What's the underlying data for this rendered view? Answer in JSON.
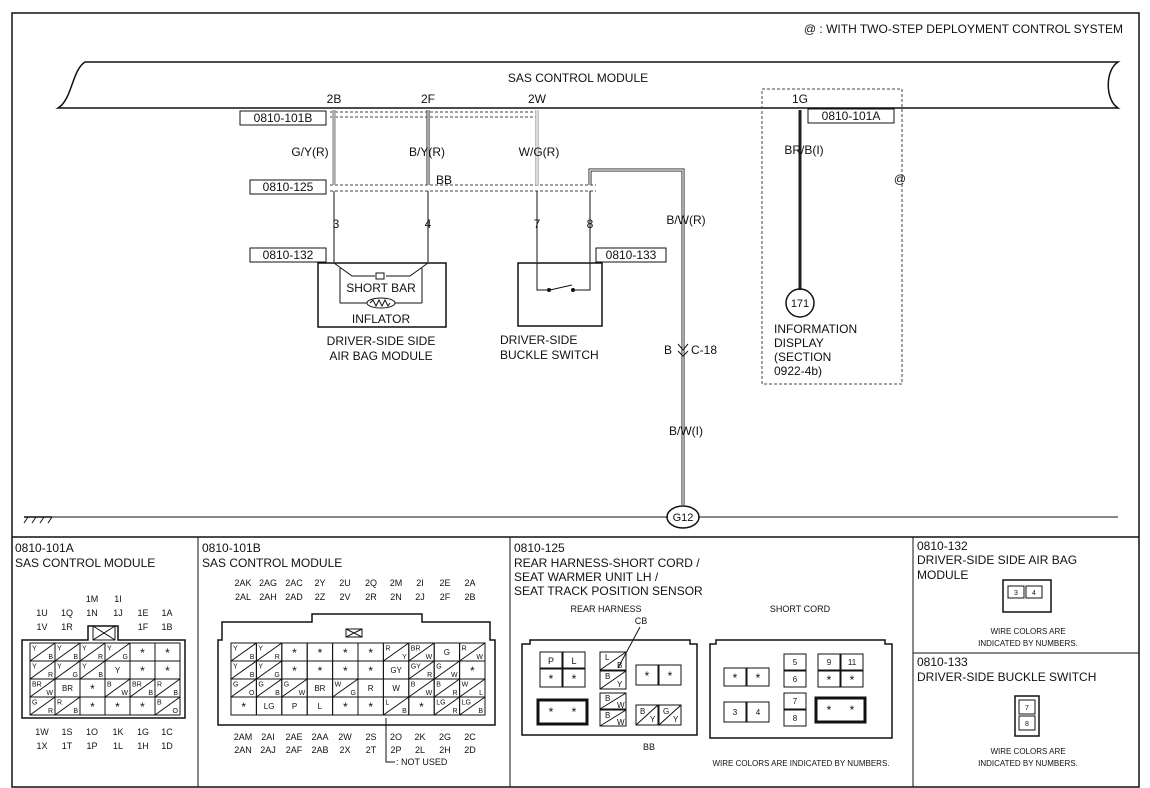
{
  "header": {
    "note": "@ : WITH TWO-STEP DEPLOYMENT CONTROL SYSTEM",
    "module_title": "SAS CONTROL MODULE"
  },
  "pins_top": {
    "p1": "2B",
    "p2": "2F",
    "p3": "2W",
    "p4": "1G"
  },
  "connectors": {
    "c101b": "0810-101B",
    "c101a": "0810-101A",
    "c125": "0810-125",
    "c132": "0810-132",
    "c133": "0810-133"
  },
  "wires": {
    "w1": "G/Y(R)",
    "w2": "B/Y(R)",
    "w3": "W/G(R)",
    "w4": "BR/B(I)",
    "bb": "BB",
    "bw_r": "B/W(R)",
    "b": "B",
    "c18": "C-18",
    "bw_i": "B/W(I)",
    "at": "@"
  },
  "pins_mid": {
    "n3": "3",
    "n4": "4",
    "n7": "7",
    "n8": "8"
  },
  "components": {
    "short_bar": "SHORT BAR",
    "inflator": "INFLATOR",
    "airbag_l1": "DRIVER-SIDE SIDE",
    "airbag_l2": "AIR BAG MODULE",
    "buckle_l1": "DRIVER-SIDE",
    "buckle_l2": "BUCKLE SWITCH",
    "info_num": "171",
    "info_l1": "INFORMATION",
    "info_l2": "DISPLAY",
    "info_l3": "(SECTION",
    "info_l4": "0922-4b)",
    "ground": "G12"
  },
  "panels": {
    "p101a": {
      "code": "0810-101A",
      "title": "SAS CONTROL MODULE",
      "top1": [
        "1M",
        "1I"
      ],
      "top2": [
        "1U",
        "1Q",
        "1N",
        "1J",
        "1E",
        "1A"
      ],
      "top3": [
        "1V",
        "1R",
        "1F",
        "1B"
      ],
      "bot1": [
        "1W",
        "1S",
        "1O",
        "1K",
        "1G",
        "1C"
      ],
      "bot2": [
        "1X",
        "1T",
        "1P",
        "1L",
        "1H",
        "1D"
      ],
      "grid": [
        [
          [
            "Y",
            "B"
          ],
          [
            "Y",
            "B"
          ],
          [
            "Y",
            "R"
          ],
          [
            "Y",
            "G"
          ],
          [
            "*",
            ""
          ],
          [
            "*",
            ""
          ]
        ],
        [
          [
            "Y",
            "R"
          ],
          [
            "Y",
            "G"
          ],
          [
            "Y",
            "B"
          ],
          [
            "Y",
            ""
          ],
          [
            "*",
            ""
          ],
          [
            "*",
            ""
          ]
        ],
        [
          [
            "BR",
            "W"
          ],
          [
            "BR",
            ""
          ],
          [
            "*",
            ""
          ],
          [
            "B",
            "W"
          ],
          [
            "BR",
            "B"
          ],
          [
            "R",
            "B"
          ]
        ],
        [
          [
            "G",
            "R"
          ],
          [
            "R",
            "B"
          ],
          [
            "*",
            ""
          ],
          [
            "*",
            ""
          ],
          [
            "*",
            ""
          ],
          [
            "B",
            "O"
          ]
        ]
      ]
    },
    "p101b": {
      "code": "0810-101B",
      "title": "SAS CONTROL MODULE",
      "top1": [
        "2AK",
        "2AG",
        "2AC",
        "2Y",
        "2U",
        "2Q",
        "2M",
        "2I",
        "2E",
        "2A"
      ],
      "top2": [
        "2AL",
        "2AH",
        "2AD",
        "2Z",
        "2V",
        "2R",
        "2N",
        "2J",
        "2F",
        "2B"
      ],
      "bot1": [
        "2AM",
        "2AI",
        "2AE",
        "2AA",
        "2W",
        "2S",
        "2O",
        "2K",
        "2G",
        "2C"
      ],
      "bot2": [
        "2AN",
        "2AJ",
        "2AF",
        "2AB",
        "2X",
        "2T",
        "2P",
        "2L",
        "2H",
        "2D"
      ],
      "not_used": ": NOT USED",
      "grid": [
        [
          [
            "Y",
            "B"
          ],
          [
            "Y",
            "R"
          ],
          [
            "*",
            ""
          ],
          [
            "*",
            ""
          ],
          [
            "*",
            ""
          ],
          [
            "*",
            ""
          ],
          [
            "R",
            "Y"
          ],
          [
            "BR",
            "W"
          ],
          [
            "G",
            ""
          ],
          [
            "R",
            "W"
          ]
        ],
        [
          [
            "Y",
            "B"
          ],
          [
            "Y",
            "G"
          ],
          [
            "*",
            ""
          ],
          [
            "*",
            ""
          ],
          [
            "*",
            ""
          ],
          [
            "*",
            ""
          ],
          [
            "GY",
            ""
          ],
          [
            "GY",
            "R"
          ],
          [
            "G",
            "W"
          ],
          [
            "*",
            ""
          ]
        ],
        [
          [
            "G",
            "O"
          ],
          [
            "G",
            "B"
          ],
          [
            "G",
            "W"
          ],
          [
            "BR",
            ""
          ],
          [
            "W",
            "G"
          ],
          [
            "R",
            ""
          ],
          [
            "W",
            ""
          ],
          [
            "B",
            "W"
          ],
          [
            "B",
            "R"
          ],
          [
            "W",
            "L"
          ]
        ],
        [
          [
            "*",
            ""
          ],
          [
            "LG",
            ""
          ],
          [
            "P",
            ""
          ],
          [
            "L",
            ""
          ],
          [
            "*",
            ""
          ],
          [
            "*",
            ""
          ],
          [
            "L",
            "B"
          ],
          [
            "*",
            ""
          ],
          [
            "LG",
            "R"
          ],
          [
            "LG",
            "B"
          ]
        ]
      ]
    },
    "p125": {
      "code": "0810-125",
      "title1": "REAR HARNESS-SHORT CORD /",
      "title2": "SEAT WARMER UNIT LH /",
      "title3": "SEAT TRACK POSITION SENSOR",
      "rear": "REAR HARNESS",
      "short": "SHORT CORD",
      "cb": "CB",
      "bb": "BB",
      "note": "WIRE COLORS ARE INDICATED BY NUMBERS.",
      "cells": {
        "p": "P",
        "l": "L",
        "star": "*",
        "lb_l": "L",
        "lb_b": "B",
        "by_b": "B",
        "by_y": "Y",
        "bw_b": "B",
        "bw_w": "W",
        "g1_b": "B",
        "g1_y": "Y",
        "g2_g": "G",
        "g2_y": "Y",
        "n5": "5",
        "n6": "6",
        "n9": "9",
        "n11": "11",
        "n7": "7",
        "n8": "8",
        "n3": "3",
        "n4": "4"
      }
    },
    "p132": {
      "code": "0810-132",
      "title1": "DRIVER-SIDE SIDE AIR BAG",
      "title2": "MODULE",
      "n3": "3",
      "n4": "4",
      "note1": "WIRE COLORS ARE",
      "note2": "INDICATED BY NUMBERS."
    },
    "p133": {
      "code": "0810-133",
      "title": "DRIVER-SIDE BUCKLE SWITCH",
      "n7": "7",
      "n8": "8",
      "note1": "WIRE COLORS ARE",
      "note2": "INDICATED BY NUMBERS."
    }
  }
}
